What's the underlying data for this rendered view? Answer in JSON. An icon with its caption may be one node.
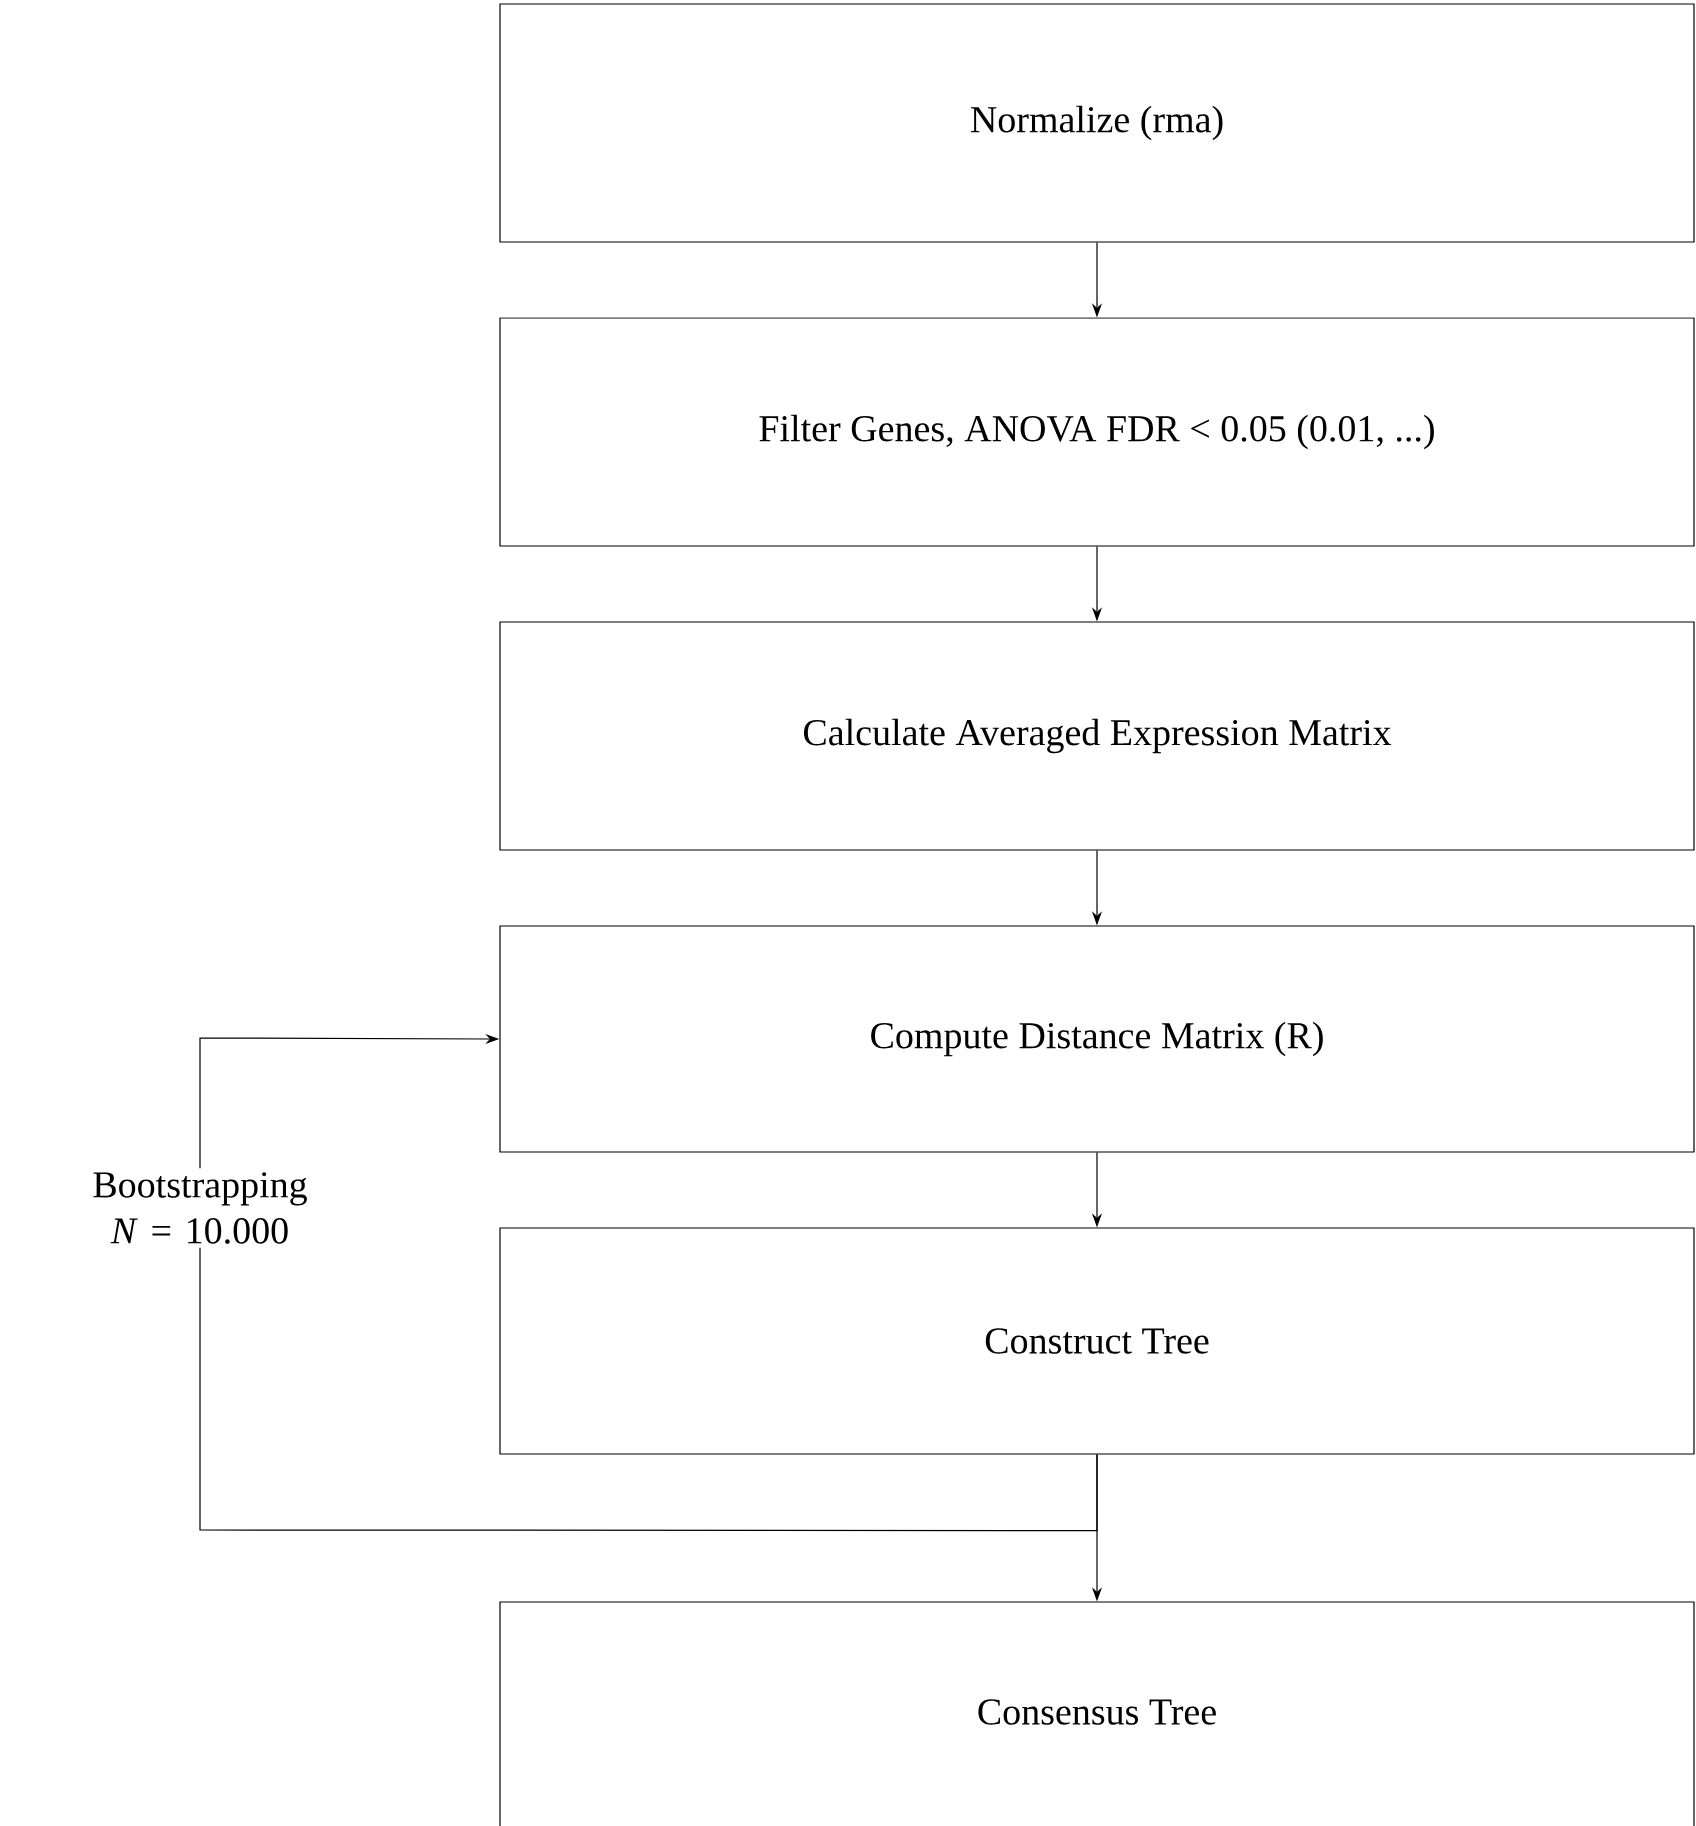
{
  "diagram": {
    "nodes": [
      {
        "text": [
          "Normalize (rma)"
        ]
      },
      {
        "text": [
          "Filter Genes, ANOVA FDR < 0.05 (0.01, ...)"
        ]
      },
      {
        "text": [
          "Calculate Averaged Expression Matrix"
        ]
      },
      {
        "text": [
          "Compute Distance Matrix (R)"
        ]
      },
      {
        "text": [
          "Construct Tree"
        ]
      },
      {
        "text": [
          "Consensus Tree"
        ]
      }
    ],
    "edges": [
      {
        "from": 0,
        "to": 1,
        "arrow": "to"
      },
      {
        "from": 1,
        "to": 2,
        "arrow": "to"
      },
      {
        "from": 2,
        "to": 3,
        "arrow": "to"
      },
      {
        "from": 3,
        "to": 4,
        "arrow": "to"
      },
      {
        "from": 4,
        "to": 5,
        "arrow": "to"
      },
      {
        "from": 4,
        "to": 3,
        "arrow": "to",
        "label": "Bootstrapping *N* = 10.000"
      }
    ]
  }
}
